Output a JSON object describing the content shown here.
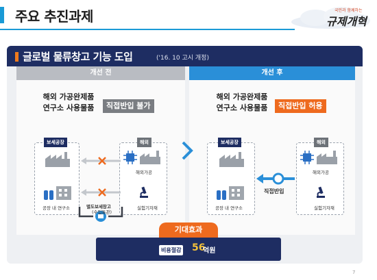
{
  "header": {
    "title": "주요 추진과제",
    "brand_tagline": "국민과 함께하는",
    "brand_logo": "규제개혁"
  },
  "panel": {
    "title": "글로벌 물류창고 기능 도입",
    "note": "('16. 10 고시 개정)"
  },
  "before": {
    "tab": "개선 전",
    "goods_line1": "해외 가공완제품",
    "goods_line2": "연구소 사용물품",
    "status": "직접반입 불가",
    "bonded_label": "보세공장",
    "overseas_label": "해외",
    "overseas_processing": "해외가공",
    "test_equipment": "실험기자재",
    "factory_lab": "공장 내 연구소",
    "separate_warehouse": "별도보세창고",
    "warehouse_note": "(수입통관)"
  },
  "after": {
    "tab": "개선 후",
    "goods_line1": "해외 가공완제품",
    "goods_line2": "연구소 사용물품",
    "status": "직접반입 허용",
    "bonded_label": "보세공장",
    "overseas_label": "해외",
    "overseas_processing": "해외가공",
    "test_equipment": "실험기자재",
    "factory_lab": "공장 내 연구소",
    "direct_import": "직접반입"
  },
  "effect": {
    "title": "기대효과",
    "badge": "비용절감",
    "value": "56",
    "unit": "억원"
  },
  "page_number": "7",
  "colors": {
    "navy": "#1e2d62",
    "accent_blue": "#2a8fd8",
    "accent_orange": "#ee6a1e",
    "gray": "#7a7d82"
  }
}
